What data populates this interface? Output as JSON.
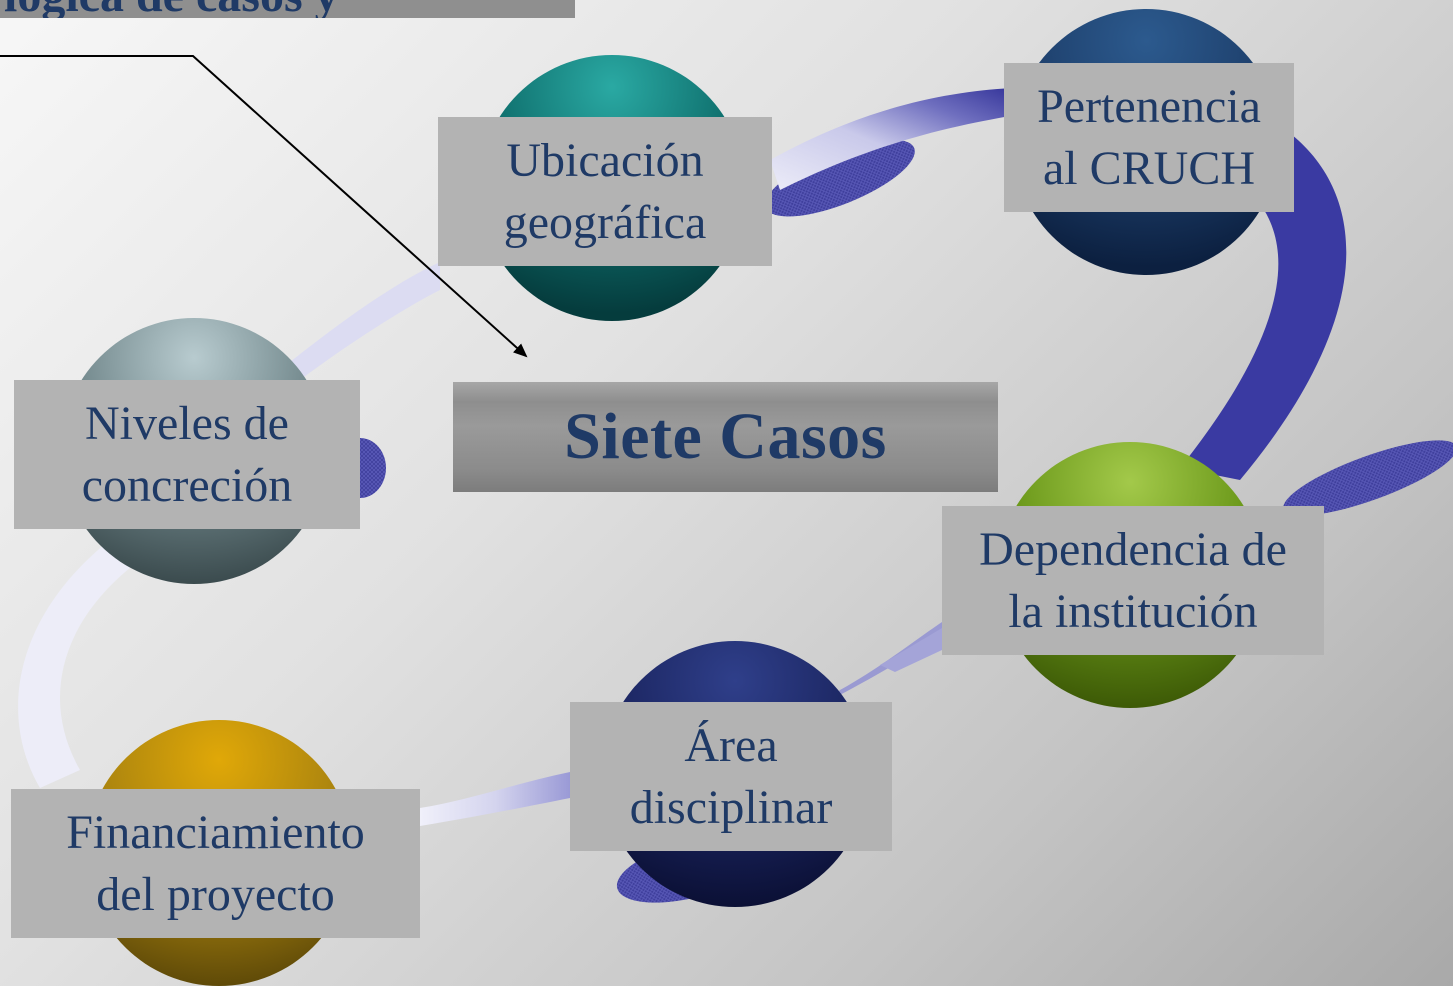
{
  "colors": {
    "ring_dark": "#3b3b9e",
    "ring_light": "#dcdcf0",
    "text": "#1f3a66",
    "label_bg": "#b3b3b3",
    "sphere_teal": "#0d6b6b",
    "sphere_navy": "#1e3c6e",
    "sphere_slate": "#7a8e92",
    "sphere_olive": "#7aa12a",
    "sphere_midnight": "#202a6a",
    "sphere_gold": "#b08a12"
  },
  "title": {
    "text": "lógica de casos y"
  },
  "center": {
    "label": "Siete Casos"
  },
  "nodes": [
    {
      "id": "ubicacion",
      "label": "Ubicación\ngeográfica",
      "sphere_color": "teal",
      "icon": "sphere-icon"
    },
    {
      "id": "pertenencia",
      "label": "Pertenencia\nal CRUCH",
      "sphere_color": "navy",
      "icon": "sphere-icon"
    },
    {
      "id": "niveles",
      "label": "Niveles de\nconcreción",
      "sphere_color": "slate",
      "icon": "sphere-icon"
    },
    {
      "id": "dependencia",
      "label": "Dependencia de\nla institución",
      "sphere_color": "olive",
      "icon": "sphere-icon"
    },
    {
      "id": "area",
      "label": "Área\ndisciplinar",
      "sphere_color": "midnight",
      "icon": "sphere-icon"
    },
    {
      "id": "financiamiento",
      "label": "Financiamiento\ndel proyecto",
      "sphere_color": "gold",
      "icon": "sphere-icon"
    }
  ]
}
